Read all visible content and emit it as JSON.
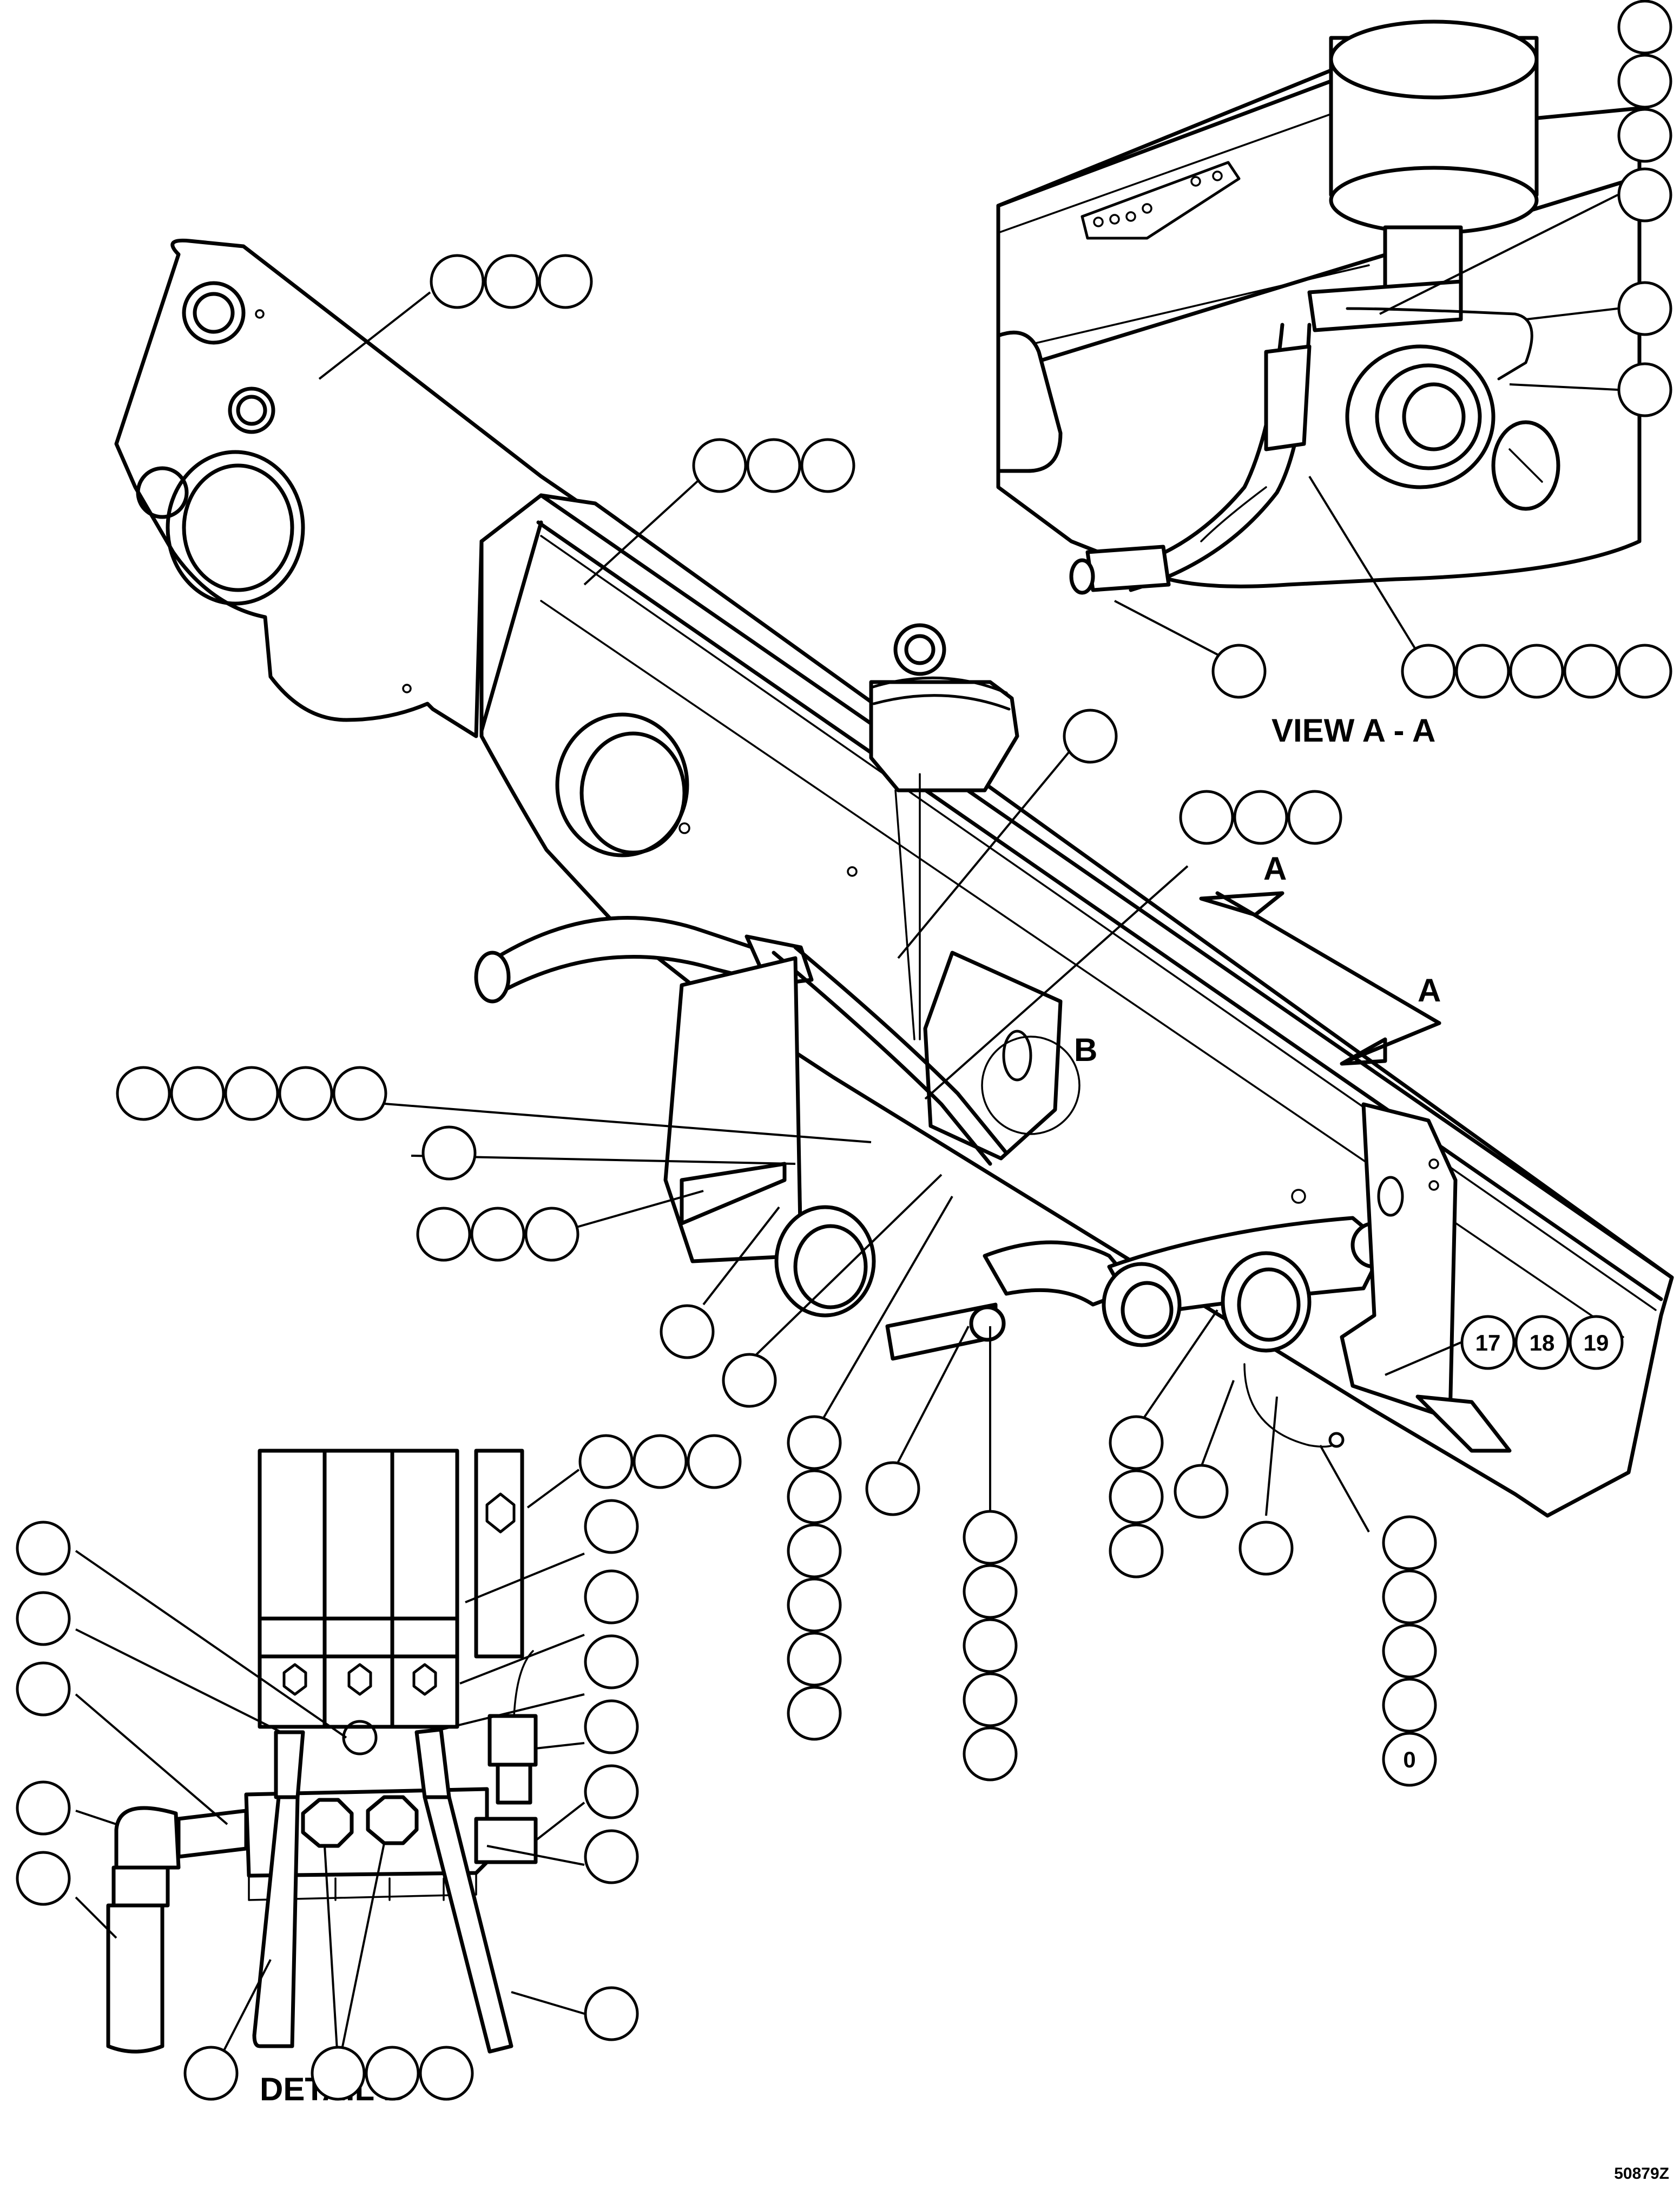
{
  "drawing": {
    "view_label": "VIEW A - A",
    "detail_label": "DETAIL B",
    "section_mark": "A",
    "detail_mark": "B",
    "figure_id": "50879Z",
    "callouts": {
      "c17": "17",
      "c18": "18",
      "c19": "19",
      "c0": "0"
    }
  }
}
